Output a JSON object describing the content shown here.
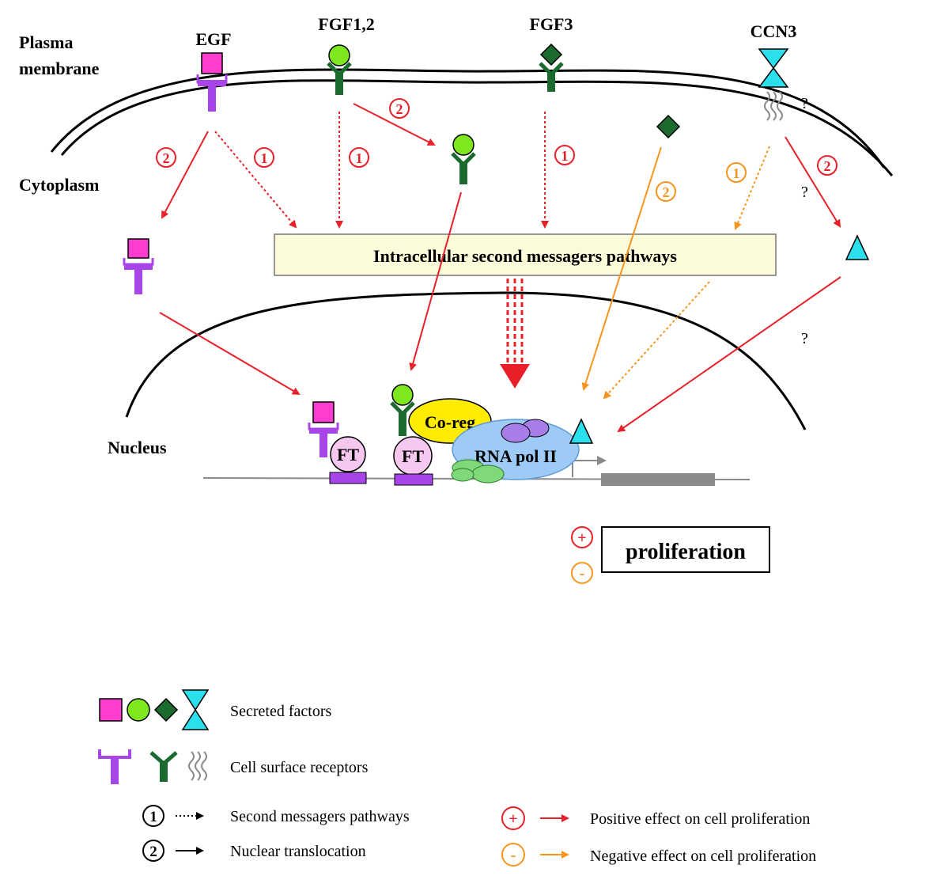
{
  "regions": {
    "plasma_membrane_line1": "Plasma",
    "plasma_membrane_line2": "membrane",
    "cytoplasm": "Cytoplasm",
    "nucleus": "Nucleus"
  },
  "factors": {
    "egf": "EGF",
    "fgf12": "FGF1,2",
    "fgf3": "FGF3",
    "ccn3": "CCN3"
  },
  "pathway_box": "Intracellular second messagers pathways",
  "markers": {
    "one": "1",
    "two": "2",
    "question": "?",
    "plus": "+",
    "minus": "-"
  },
  "nuclear": {
    "ft": "FT",
    "coreg": "Co-reg",
    "rnapol": "RNA pol II"
  },
  "outcome": "proliferation",
  "legend": {
    "secreted": "Secreted factors",
    "receptors": "Cell surface receptors",
    "second_messengers": "Second messagers pathways",
    "nuclear_translocation": "Nuclear translocation",
    "positive": "Positive effect on cell proliferation",
    "negative": "Negative effect on cell proliferation"
  },
  "colors": {
    "red": "#e8202a",
    "orange": "#f7941d",
    "magenta": "#ff3ccf",
    "purple": "#a845e8",
    "lime": "#7ee81f",
    "darkgreen": "#1b6b2f",
    "cyan": "#29e0ec",
    "pathway_box_fill": "#fbfbd9",
    "rnapol_fill": "#9dcbf5",
    "coreg_fill": "#ffec00",
    "ft_fill": "#f6c8ef",
    "lightgreen": "#7fd87a",
    "lavender": "#a77de8",
    "gray": "#8a8a8a"
  }
}
